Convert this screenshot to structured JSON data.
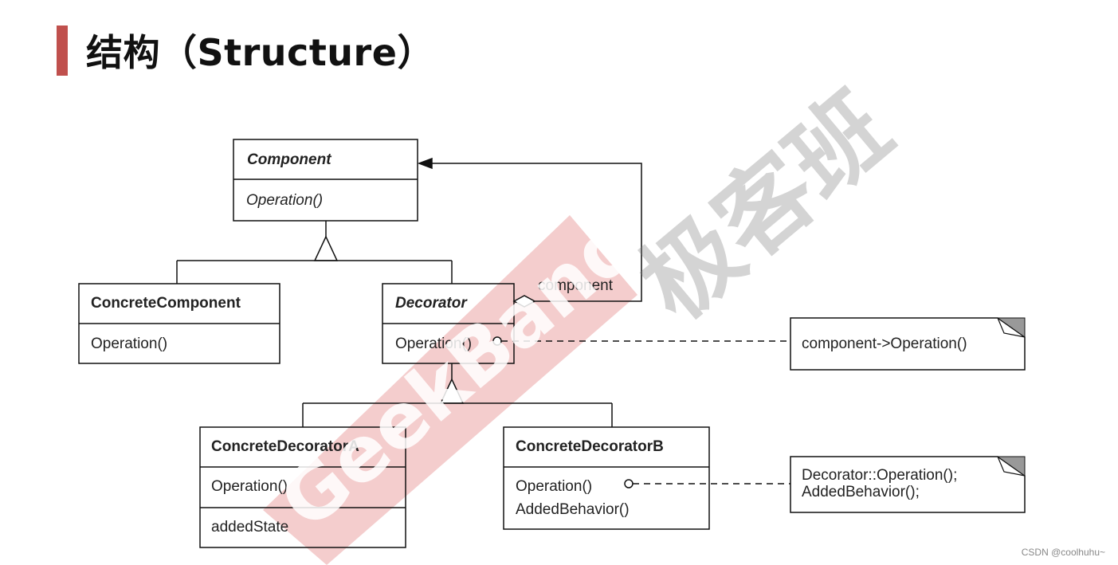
{
  "title": "结构（Structure）",
  "watermark": {
    "brand_cn": "极客班",
    "brand_en": "GeekBand"
  },
  "credit": "CSDN @coolhuhu~",
  "classes": {
    "component": {
      "name": "Component",
      "ops": [
        "Operation()"
      ]
    },
    "concrete_component": {
      "name": "ConcreteComponent",
      "ops": [
        "Operation()"
      ]
    },
    "decorator": {
      "name": "Decorator",
      "ops": [
        "Operation()"
      ]
    },
    "concrete_decorator_a": {
      "name": "ConcreteDecoratorA",
      "ops": [
        "Operation()"
      ],
      "attrs": [
        "addedState"
      ]
    },
    "concrete_decorator_b": {
      "name": "ConcreteDecoratorB",
      "ops": [
        "Operation()",
        "AddedBehavior()"
      ]
    }
  },
  "association_label": "component",
  "notes": {
    "decorator_note": [
      "component->Operation()"
    ],
    "decorator_b_note": [
      "Decorator::Operation();",
      "AddedBehavior();"
    ]
  },
  "colors": {
    "accent": "#c0504d",
    "watermark_red": "#f2c4c4",
    "line": "#111111"
  }
}
